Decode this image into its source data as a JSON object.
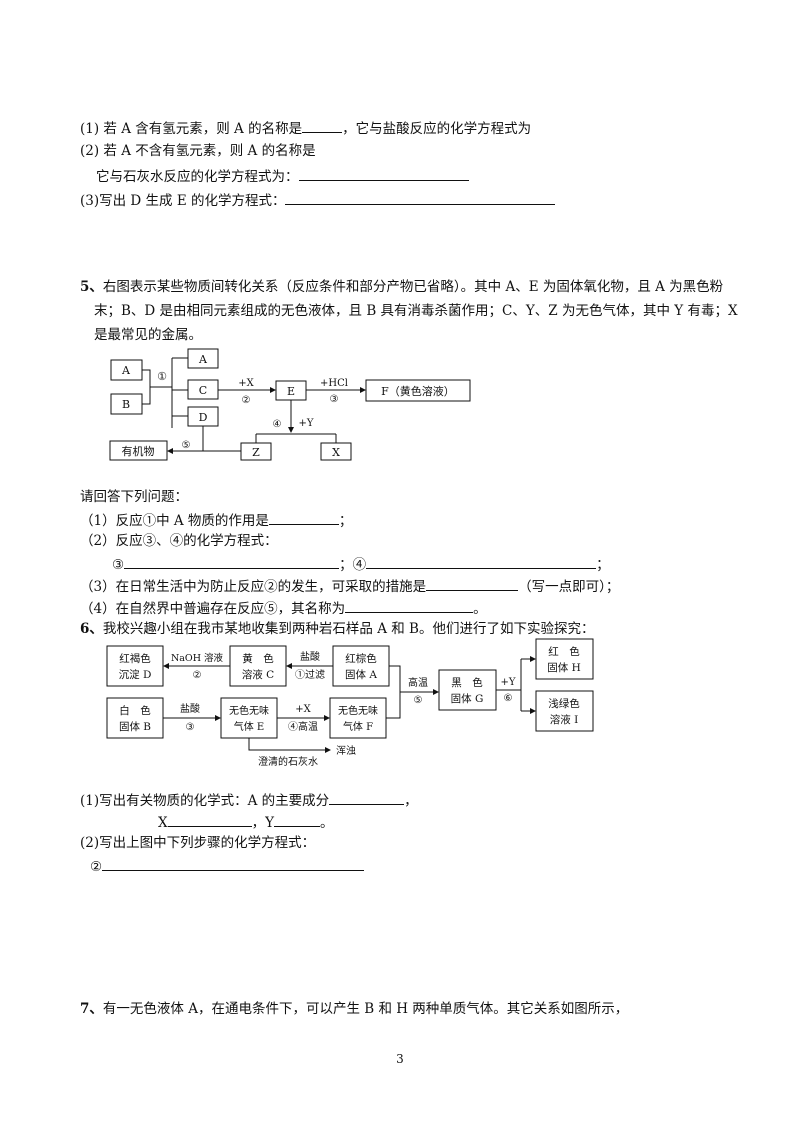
{
  "q4": {
    "line1": "(1)  若 A 含有氢元素，则 A 的名称是",
    "line1_tail": "，它与盐酸反应的化学方程式为",
    "line2": "(2)  若 A 不含有氢元素，则 A 的名称是",
    "line3": "它与石灰水反应的化学方程式为：",
    "line4": "(3)写出 D 生成 E 的化学方程式："
  },
  "q5": {
    "number": "5、",
    "text1": "右图表示某些物质间转化关系（反应条件和部分产物已省略）。其中 A、E 为固体氧化物，且 A 为黑色粉",
    "text2": "末；B、D 是由相同元素组成的无色液体，且 B 具有消毒杀菌作用；C、Y、Z 为无色气体，其中 Y 有毒；X",
    "text3": "是最常见的金属。",
    "diagram": {
      "box_a_left": "A",
      "box_b": "B",
      "box_a_right": "A",
      "box_c": "C",
      "box_d": "D",
      "box_e": "E",
      "box_f": "F（黄色溶液）",
      "box_z": "Z",
      "box_x": "X",
      "box_organic": "有机物",
      "r1": "①",
      "r2": "②",
      "r3": "③",
      "r4": "④",
      "r5": "⑤",
      "plus_x": "+X",
      "plus_hcl": "+HCl",
      "plus_y": "+Y"
    },
    "prompt": "请回答下列问题：",
    "a1": "（1）反应①中 A 物质的作用是",
    "a1_end": "；",
    "a2": "（2）反应③、④的化学方程式：",
    "a2_c3": "③",
    "a2_sep": "；④",
    "a2_end": "；",
    "a3": "（3）在日常生活中为防止反应②的发生，可采取的措施是",
    "a3_end": "（写一点即可）；",
    "a4": "（4）在自然界中普遍存在反应⑤，其名称为",
    "a4_end": "。"
  },
  "q6": {
    "number": "6、",
    "text": "我校兴趣小组在我市某地收集到两种岩石样品 A 和 B。他们进行了如下实验探究：",
    "diagram": {
      "box_d": [
        "红褐色",
        "沉淀 D"
      ],
      "box_c": [
        "黄　色",
        "溶液 C"
      ],
      "box_a": [
        "红棕色",
        "固体 A"
      ],
      "box_g": [
        "黑　色",
        "固体 G"
      ],
      "box_h": [
        "红　色",
        "固体 H"
      ],
      "box_i": [
        "浅绿色",
        "溶液 I"
      ],
      "box_b": [
        "白　色",
        "固体 B"
      ],
      "box_e": [
        "无色无味",
        "气体 E"
      ],
      "box_f": [
        "无色无味",
        "气体 F"
      ],
      "naoh": "NaOH 溶液",
      "r2": "②",
      "hcl1": "盐酸",
      "filter": "①过滤",
      "gaowen": "高温",
      "r5": "⑤",
      "plus_y": "+Y",
      "r6": "⑥",
      "hcl2": "盐酸",
      "r3": "③",
      "plus_x": "+X",
      "r4": "④高温",
      "limewater": "澄清的石灰水",
      "turbid": "浑浊"
    },
    "a1": "(1)写出有关物质的化学式：A 的主要成分",
    "a1_end": "，",
    "a1_x": "X",
    "a1_y": "，Y",
    "a1_y_end": "。",
    "a2": "(2)写出上图中下列步骤的化学方程式：",
    "a2_c2": "②"
  },
  "q7": {
    "number": "7、",
    "text": "有一无色液体 A，在通电条件下，可以产生 B 和 H 两种单质气体。其它关系如图所示，"
  },
  "page_number": "3"
}
